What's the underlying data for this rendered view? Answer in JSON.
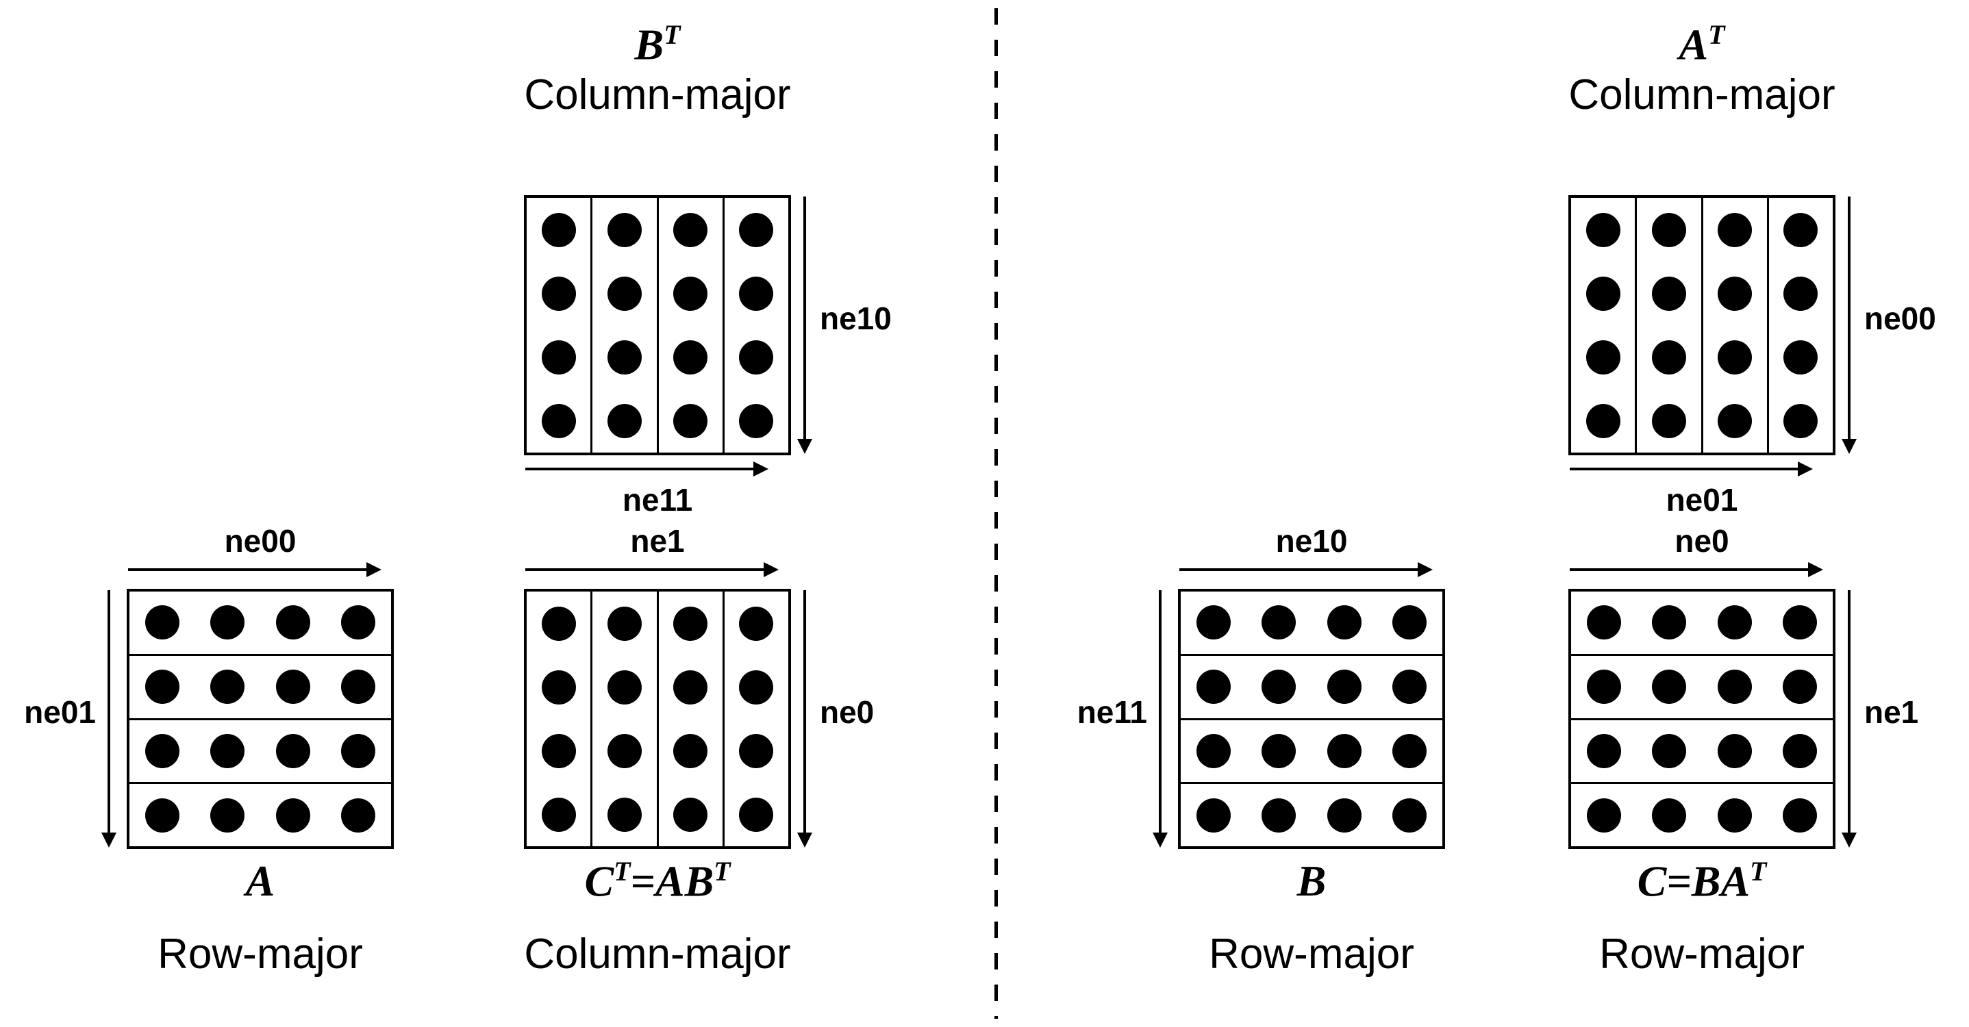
{
  "colors": {
    "ink": "#000000",
    "background": "#ffffff"
  },
  "matrices": {
    "bt": {
      "title": [
        {
          "t": "B",
          "sup": "T"
        }
      ],
      "layout": "Column-major",
      "orientation": "column",
      "rows": 4,
      "cols": 4,
      "labels": {
        "right": "ne10",
        "bottom": "ne11"
      }
    },
    "a": {
      "title": [
        {
          "t": "A"
        }
      ],
      "layout": "Row-major",
      "orientation": "row",
      "rows": 4,
      "cols": 4,
      "labels": {
        "top": "ne00",
        "left": "ne01"
      }
    },
    "ct": {
      "title": [
        {
          "t": "C",
          "sup": "T"
        },
        {
          "t": "=AB",
          "sup": "T"
        }
      ],
      "layout": "Column-major",
      "orientation": "column",
      "rows": 4,
      "cols": 4,
      "labels": {
        "top": "ne1",
        "right": "ne0"
      }
    },
    "at": {
      "title": [
        {
          "t": "A",
          "sup": "T"
        }
      ],
      "layout": "Column-major",
      "orientation": "column",
      "rows": 4,
      "cols": 4,
      "labels": {
        "right": "ne00",
        "bottom": "ne01"
      }
    },
    "b": {
      "title": [
        {
          "t": "B"
        }
      ],
      "layout": "Row-major",
      "orientation": "row",
      "rows": 4,
      "cols": 4,
      "labels": {
        "top": "ne10",
        "left": "ne11"
      }
    },
    "c": {
      "title": [
        {
          "t": "C=BA",
          "sup": "T"
        }
      ],
      "layout": "Row-major",
      "orientation": "row",
      "rows": 4,
      "cols": 4,
      "labels": {
        "top": "ne0",
        "right": "ne1"
      }
    }
  }
}
